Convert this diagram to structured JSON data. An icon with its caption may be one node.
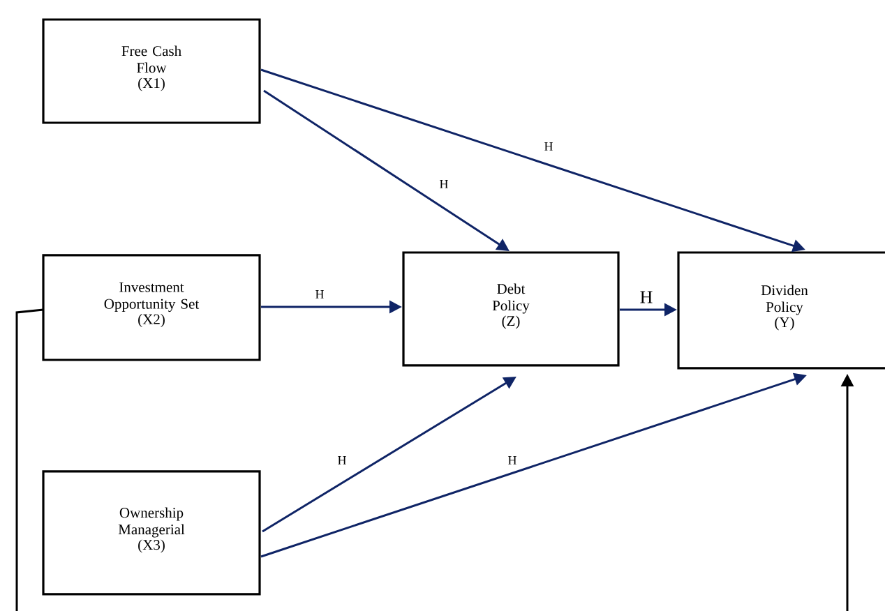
{
  "diagram": {
    "nodes": [
      {
        "text": [
          "Free Cash Flow",
          "(X1)"
        ]
      },
      {
        "text": [
          "Investment Opportunity Set",
          "(X2)"
        ]
      },
      {
        "text": [
          "Ownership Managerial",
          "(X3)"
        ]
      },
      {
        "text": [
          "Debt Policy",
          "(Z)"
        ]
      },
      {
        "text": [
          "Dividen Policy",
          "(Y)"
        ]
      }
    ],
    "edges": [
      {
        "from": 0,
        "to": 3,
        "arrow": "to",
        "label": "H"
      },
      {
        "from": 0,
        "to": 4,
        "arrow": "to",
        "label": "H"
      },
      {
        "from": 1,
        "to": 3,
        "arrow": "to",
        "label": "H"
      },
      {
        "from": 3,
        "to": 4,
        "arrow": "to",
        "label": "H"
      },
      {
        "from": 2,
        "to": 3,
        "arrow": "to",
        "label": "H"
      },
      {
        "from": 2,
        "to": 4,
        "arrow": "to",
        "label": "H"
      },
      {
        "from": 1,
        "to": 4,
        "arrow": "to",
        "color": "#000000"
      }
    ]
  }
}
